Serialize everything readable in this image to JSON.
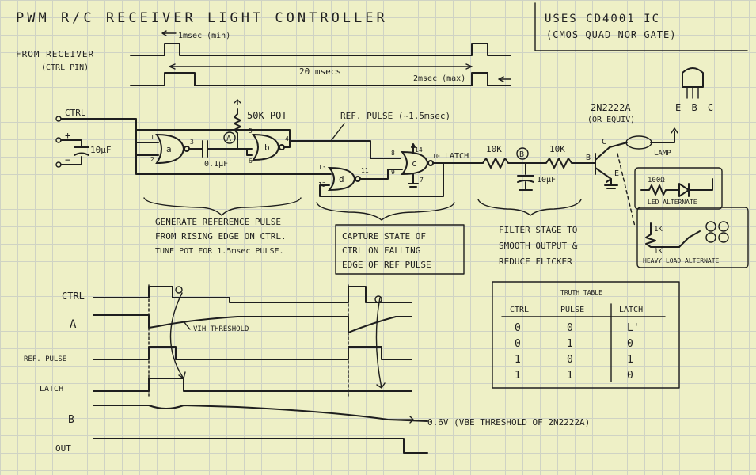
{
  "title": "PWM R/C RECEIVER LIGHT CONTROLLER",
  "uses_box": {
    "line1": "USES CD4001 IC",
    "line2": "(CMOS QUAD NOR GATE)"
  },
  "input_waveform": {
    "label_line1": "FROM RECEIVER",
    "label_line2": "(CTRL PIN)",
    "min_pulse": "1msec (min)",
    "period": "20 msecs",
    "max_pulse": "2msec (max)"
  },
  "schematic": {
    "ctrl": "CTRL",
    "plus": "+",
    "minus": "−",
    "input_cap": "10µF",
    "pot": "50K POT",
    "cap_a": "0.1µF",
    "node_a": "A",
    "node_b": "B",
    "ref_pulse_note": "REF. PULSE (~1.5msec)",
    "latch": "LATCH",
    "r1": "10K",
    "r2": "10K",
    "cap_b": "10µF",
    "transistor": "2N2222A",
    "transistor_sub": "(OR EQUIV)",
    "ebc": "E B C",
    "lamp": "LAMP",
    "pin_c": "C",
    "pin_b": "B",
    "pin_e": "E",
    "gates": [
      "a",
      "b",
      "c",
      "d"
    ],
    "pins": {
      "a_in1": "1",
      "a_in2": "2",
      "a_out": "3",
      "b_in": "5",
      "b_in2": "6",
      "b_out": "4",
      "c_in1": "8",
      "c_in2": "9",
      "c_out": "10",
      "c_vdd": "14",
      "c_vss": "7",
      "d_in1": "13",
      "d_in2": "12",
      "d_out": "11"
    },
    "led_alt": {
      "resistor": "100Ω",
      "label": "LED ALTERNATE"
    },
    "heavy_alt": {
      "r1": "1K",
      "r2": "1K",
      "label": "HEAVY LOAD ALTERNATE"
    }
  },
  "stages": {
    "stage1": [
      "GENERATE REFERENCE PULSE",
      "FROM RISING EDGE ON CTRL.",
      "TUNE POT FOR 1.5msec PULSE."
    ],
    "stage2": [
      "CAPTURE STATE OF",
      "CTRL ON FALLING",
      "EDGE OF REF PULSE"
    ],
    "stage3": [
      "FILTER STAGE TO",
      "SMOOTH OUTPUT &",
      "REDUCE FLICKER"
    ]
  },
  "timing": {
    "rows": [
      "CTRL",
      "A",
      "REF. PULSE",
      "LATCH",
      "B",
      "OUT"
    ],
    "threshold_note": "VIH THRESHOLD",
    "b_note": "0.6V  (VBE THRESHOLD OF 2N2222A)"
  },
  "truth_table": {
    "title": "TRUTH TABLE",
    "headers": [
      "CTRL",
      "PULSE",
      "LATCH"
    ],
    "rows": [
      [
        "0",
        "0",
        "L'"
      ],
      [
        "0",
        "1",
        "0"
      ],
      [
        "1",
        "0",
        "1"
      ],
      [
        "1",
        "1",
        "0"
      ]
    ]
  }
}
